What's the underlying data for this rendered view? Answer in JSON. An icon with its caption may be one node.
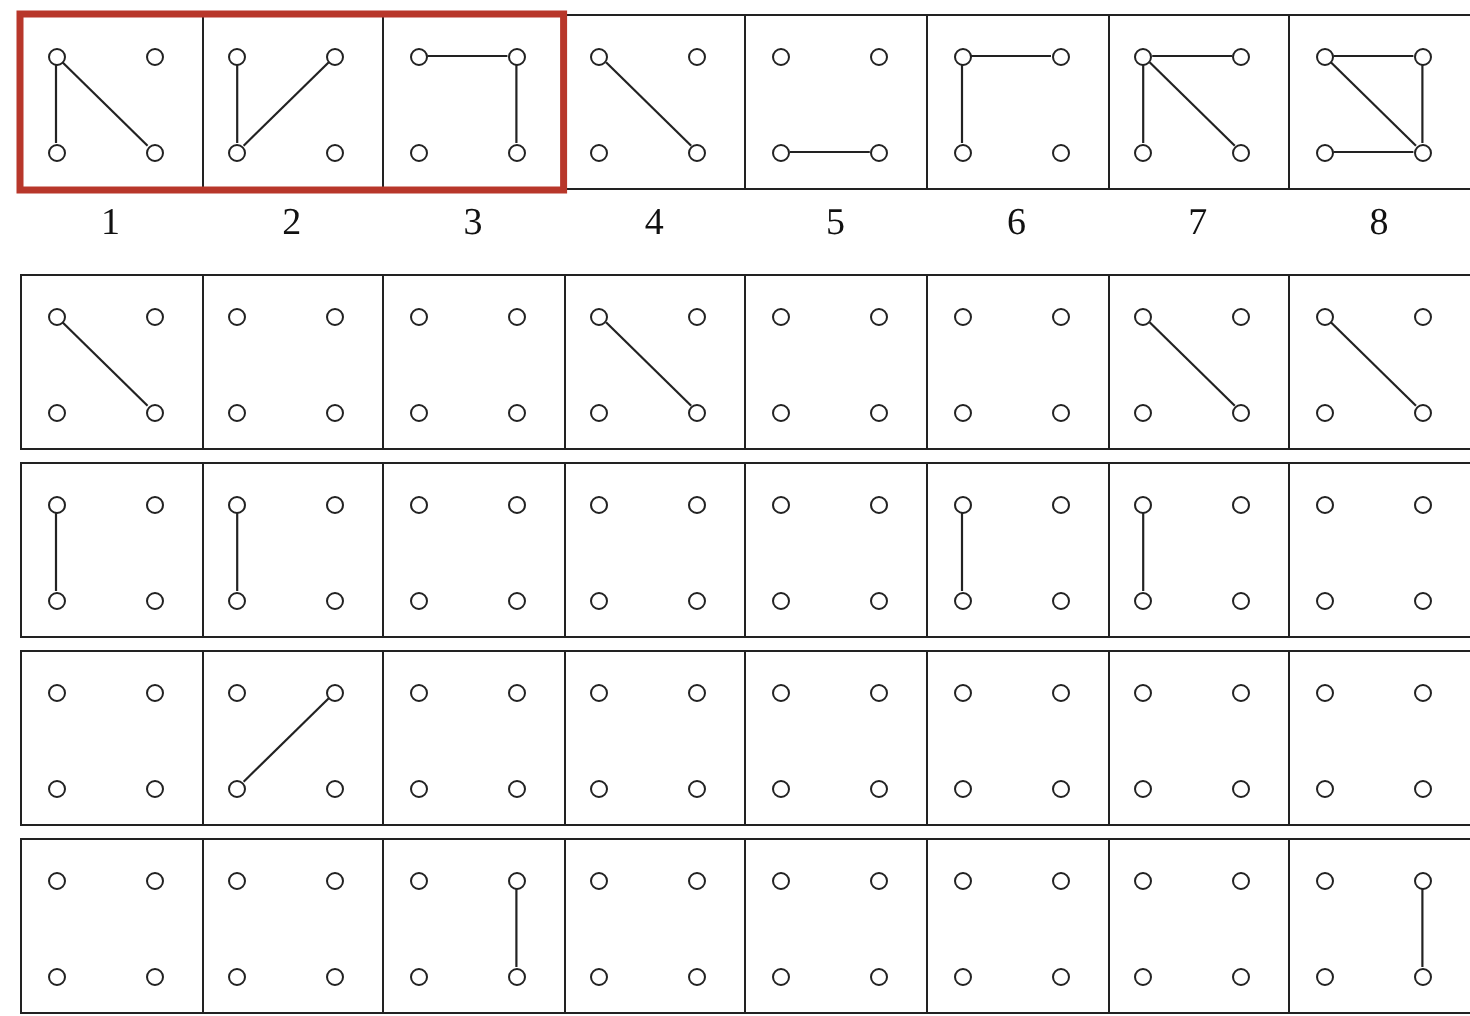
{
  "diagram": {
    "nodes": [
      {
        "text": [],
        "shape": "circle"
      },
      {
        "text": [],
        "shape": "circle"
      },
      {
        "text": [],
        "shape": "circle"
      },
      {
        "text": [],
        "shape": "circle"
      },
      {
        "text": [],
        "shape": "circle"
      },
      {
        "text": [],
        "shape": "circle"
      },
      {
        "text": [],
        "shape": "circle"
      },
      {
        "text": [],
        "shape": "circle"
      },
      {
        "text": [],
        "shape": "circle"
      },
      {
        "text": [],
        "shape": "circle"
      },
      {
        "text": [],
        "shape": "circle"
      },
      {
        "text": [],
        "shape": "circle"
      },
      {
        "text": [],
        "shape": "circle"
      },
      {
        "text": [],
        "shape": "circle"
      },
      {
        "text": [],
        "shape": "circle"
      },
      {
        "text": [],
        "shape": "circle"
      },
      {
        "text": [],
        "shape": "circle"
      },
      {
        "text": [],
        "shape": "circle"
      },
      {
        "text": [],
        "shape": "circle"
      },
      {
        "text": [],
        "shape": "circle"
      },
      {
        "text": [],
        "shape": "circle"
      },
      {
        "text": [],
        "shape": "circle"
      },
      {
        "text": [],
        "shape": "circle"
      },
      {
        "text": [],
        "shape": "circle"
      },
      {
        "text": [],
        "shape": "circle"
      },
      {
        "text": [],
        "shape": "circle"
      },
      {
        "text": [],
        "shape": "circle"
      },
      {
        "text": [],
        "shape": "circle"
      },
      {
        "text": [],
        "shape": "circle"
      },
      {
        "text": [],
        "shape": "circle"
      },
      {
        "text": [],
        "shape": "circle"
      },
      {
        "text": [],
        "shape": "circle"
      },
      {
        "text": [],
        "shape": "circle"
      },
      {
        "text": [],
        "shape": "circle"
      },
      {
        "text": [],
        "shape": "circle"
      },
      {
        "text": [],
        "shape": "circle"
      },
      {
        "text": [],
        "shape": "circle"
      },
      {
        "text": [],
        "shape": "circle"
      },
      {
        "text": [],
        "shape": "circle"
      },
      {
        "text": [],
        "shape": "circle"
      },
      {
        "text": [],
        "shape": "circle"
      },
      {
        "text": [],
        "shape": "circle"
      },
      {
        "text": [],
        "shape": "circle"
      },
      {
        "text": [],
        "shape": "circle"
      },
      {
        "text": [],
        "shape": "circle"
      },
      {
        "text": [],
        "shape": "circle"
      },
      {
        "text": [],
        "shape": "circle"
      },
      {
        "text": [],
        "shape": "circle"
      },
      {
        "text": [],
        "shape": "circle"
      },
      {
        "text": [],
        "shape": "circle"
      },
      {
        "text": [],
        "shape": "circle"
      },
      {
        "text": [],
        "shape": "circle"
      },
      {
        "text": [],
        "shape": "circle"
      },
      {
        "text": [],
        "shape": "circle"
      },
      {
        "text": [],
        "shape": "circle"
      },
      {
        "text": [],
        "shape": "circle"
      },
      {
        "text": [],
        "shape": "circle"
      },
      {
        "text": [],
        "shape": "circle"
      },
      {
        "text": [],
        "shape": "circle"
      },
      {
        "text": [],
        "shape": "circle"
      },
      {
        "text": [],
        "shape": "circle"
      },
      {
        "text": [],
        "shape": "circle"
      },
      {
        "text": [],
        "shape": "circle"
      },
      {
        "text": [],
        "shape": "circle"
      },
      {
        "text": [],
        "shape": "circle"
      },
      {
        "text": [],
        "shape": "circle"
      },
      {
        "text": [],
        "shape": "circle"
      },
      {
        "text": [],
        "shape": "circle"
      },
      {
        "text": [],
        "shape": "circle"
      },
      {
        "text": [],
        "shape": "circle"
      },
      {
        "text": [],
        "shape": "circle"
      },
      {
        "text": [],
        "shape": "circle"
      },
      {
        "text": [],
        "shape": "circle"
      },
      {
        "text": [],
        "shape": "circle"
      },
      {
        "text": [],
        "shape": "circle"
      },
      {
        "text": [],
        "shape": "circle"
      },
      {
        "text": [],
        "shape": "circle"
      },
      {
        "text": [],
        "shape": "circle"
      },
      {
        "text": [],
        "shape": "circle"
      },
      {
        "text": [],
        "shape": "circle"
      },
      {
        "text": [],
        "shape": "circle"
      },
      {
        "text": [],
        "shape": "circle"
      },
      {
        "text": [],
        "shape": "circle"
      },
      {
        "text": [],
        "shape": "circle"
      },
      {
        "text": [],
        "shape": "circle"
      },
      {
        "text": [],
        "shape": "circle"
      },
      {
        "text": [],
        "shape": "circle"
      },
      {
        "text": [],
        "shape": "circle"
      },
      {
        "text": [],
        "shape": "circle"
      },
      {
        "text": [],
        "shape": "circle"
      },
      {
        "text": [],
        "shape": "circle"
      },
      {
        "text": [],
        "shape": "circle"
      },
      {
        "text": [],
        "shape": "circle"
      },
      {
        "text": [],
        "shape": "circle"
      },
      {
        "text": [],
        "shape": "circle"
      },
      {
        "text": [],
        "shape": "circle"
      },
      {
        "text": [],
        "shape": "circle"
      },
      {
        "text": [],
        "shape": "circle"
      },
      {
        "text": [],
        "shape": "circle"
      },
      {
        "text": [],
        "shape": "circle"
      },
      {
        "text": [],
        "shape": "circle"
      },
      {
        "text": [],
        "shape": "circle"
      },
      {
        "text": [],
        "shape": "circle"
      },
      {
        "text": [],
        "shape": "circle"
      },
      {
        "text": [],
        "shape": "circle"
      },
      {
        "text": [],
        "shape": "circle"
      },
      {
        "text": [],
        "shape": "circle"
      },
      {
        "text": [],
        "shape": "circle"
      },
      {
        "text": [],
        "shape": "circle"
      },
      {
        "text": [],
        "shape": "circle"
      },
      {
        "text": [],
        "shape": "circle"
      },
      {
        "text": [],
        "shape": "circle"
      },
      {
        "text": [],
        "shape": "circle"
      },
      {
        "text": [],
        "shape": "circle"
      },
      {
        "text": [],
        "shape": "circle"
      },
      {
        "text": [],
        "shape": "circle"
      },
      {
        "text": [],
        "shape": "circle"
      },
      {
        "text": [],
        "shape": "circle"
      },
      {
        "text": [],
        "shape": "circle"
      },
      {
        "text": [],
        "shape": "circle"
      },
      {
        "text": [],
        "shape": "circle"
      },
      {
        "text": [],
        "shape": "circle"
      },
      {
        "text": [],
        "shape": "circle"
      },
      {
        "text": [],
        "shape": "circle"
      },
      {
        "text": [],
        "shape": "circle"
      },
      {
        "text": [],
        "shape": "circle"
      },
      {
        "text": [],
        "shape": "circle"
      },
      {
        "text": [],
        "shape": "circle"
      },
      {
        "text": [],
        "shape": "circle"
      },
      {
        "text": [],
        "shape": "circle"
      },
      {
        "text": [],
        "shape": "circle"
      },
      {
        "text": [],
        "shape": "circle"
      },
      {
        "text": [],
        "shape": "circle"
      },
      {
        "text": [],
        "shape": "circle"
      },
      {
        "text": [],
        "shape": "circle"
      },
      {
        "text": [],
        "shape": "circle"
      },
      {
        "text": [],
        "shape": "circle"
      },
      {
        "text": [],
        "shape": "circle"
      },
      {
        "text": [],
        "shape": "circle"
      },
      {
        "text": [],
        "shape": "circle"
      },
      {
        "text": [],
        "shape": "circle"
      },
      {
        "text": [],
        "shape": "circle"
      },
      {
        "text": [],
        "shape": "circle"
      },
      {
        "text": [],
        "shape": "circle"
      },
      {
        "text": [],
        "shape": "circle"
      },
      {
        "text": [],
        "shape": "circle"
      },
      {
        "text": [],
        "shape": "circle"
      },
      {
        "text": [],
        "shape": "circle"
      },
      {
        "text": [],
        "shape": "circle"
      },
      {
        "text": [],
        "shape": "circle"
      },
      {
        "text": [],
        "shape": "circle"
      },
      {
        "text": [],
        "shape": "circle"
      },
      {
        "text": [],
        "shape": "circle"
      },
      {
        "text": [],
        "shape": "circle"
      },
      {
        "text": [],
        "shape": "circle"
      },
      {
        "text": [],
        "shape": "circle"
      },
      {
        "text": [],
        "shape": "circle"
      },
      {
        "text": [],
        "shape": "circle"
      },
      {
        "text": [],
        "shape": "circle"
      },
      {
        "text": [],
        "shape": "circle"
      }
    ],
    "edges": [
      {
        "from": 0,
        "to": 2,
        "arrow": "none"
      },
      {
        "from": 0,
        "to": 3,
        "arrow": "none"
      },
      {
        "from": 4,
        "to": 6,
        "arrow": "none"
      },
      {
        "from": 6,
        "to": 5,
        "arrow": "none"
      },
      {
        "from": 8,
        "to": 9,
        "arrow": "none"
      },
      {
        "from": 9,
        "to": 11,
        "arrow": "none"
      },
      {
        "from": 12,
        "to": 15,
        "arrow": "none"
      },
      {
        "from": 18,
        "to": 19,
        "arrow": "none"
      },
      {
        "from": 20,
        "to": 21,
        "arrow": "none"
      },
      {
        "from": 20,
        "to": 22,
        "arrow": "none"
      },
      {
        "from": 24,
        "to": 25,
        "arrow": "none"
      },
      {
        "from": 24,
        "to": 26,
        "arrow": "none"
      },
      {
        "from": 24,
        "to": 27,
        "arrow": "none"
      },
      {
        "from": 28,
        "to": 29,
        "arrow": "none"
      },
      {
        "from": 28,
        "to": 31,
        "arrow": "none"
      },
      {
        "from": 29,
        "to": 31,
        "arrow": "none"
      },
      {
        "from": 30,
        "to": 31,
        "arrow": "none"
      },
      {
        "from": 32,
        "to": 35,
        "arrow": "none"
      },
      {
        "from": 44,
        "to": 47,
        "arrow": "none"
      },
      {
        "from": 56,
        "to": 59,
        "arrow": "none"
      },
      {
        "from": 60,
        "to": 63,
        "arrow": "none"
      },
      {
        "from": 64,
        "to": 66,
        "arrow": "none"
      },
      {
        "from": 68,
        "to": 70,
        "arrow": "none"
      },
      {
        "from": 84,
        "to": 86,
        "arrow": "none"
      },
      {
        "from": 88,
        "to": 90,
        "arrow": "none"
      },
      {
        "from": 102,
        "to": 101,
        "arrow": "none"
      },
      {
        "from": 137,
        "to": 139,
        "arrow": "none"
      },
      {
        "from": 157,
        "to": 159,
        "arrow": "none"
      }
    ],
    "labels": [
      "1",
      "2",
      "3",
      "4",
      "5",
      "6",
      "7",
      "8"
    ]
  }
}
